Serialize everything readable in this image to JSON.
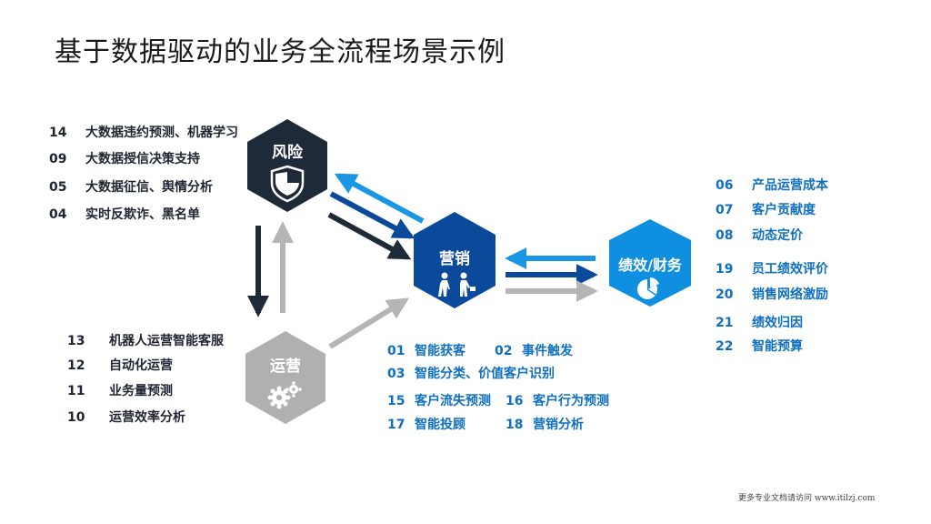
{
  "title": "基于数据驱动的业务全流程场景示例",
  "colors": {
    "risk": "#1f2a38",
    "marketing": "#0b4a9a",
    "performance": "#0f8fe0",
    "operations": "#b0b0b0"
  },
  "nodes": {
    "risk": {
      "label": "风险",
      "icon": "shield-icon"
    },
    "marketing": {
      "label": "营销",
      "icon": "people-icon"
    },
    "performance": {
      "label": "绩效/财务",
      "icon": "pie-chart-icon"
    },
    "operations": {
      "label": "运营",
      "icon": "gears-icon"
    }
  },
  "risk_items": [
    {
      "num": "14",
      "text": "大数据违约预测、机器学习"
    },
    {
      "num": "09",
      "text": "大数据授信决策支持"
    },
    {
      "num": "05",
      "text": "大数据征信、舆情分析"
    },
    {
      "num": "04",
      "text": "实时反欺诈、黑名单"
    }
  ],
  "operations_items": [
    {
      "num": "13",
      "text": "机器人运营智能客服"
    },
    {
      "num": "12",
      "text": "自动化运营"
    },
    {
      "num": "11",
      "text": "业务量预测"
    },
    {
      "num": "10",
      "text": "运营效率分析"
    }
  ],
  "marketing_items": [
    {
      "num": "01",
      "text": "智能获客"
    },
    {
      "num": "02",
      "text": "事件触发"
    },
    {
      "num": "03",
      "text": "智能分类、价值客户识别"
    },
    {
      "num": "15",
      "text": "客户流失预测"
    },
    {
      "num": "16",
      "text": "客户行为预测"
    },
    {
      "num": "17",
      "text": "智能投顾"
    },
    {
      "num": "18",
      "text": "营销分析"
    }
  ],
  "performance_items": [
    {
      "num": "06",
      "text": "产品运营成本"
    },
    {
      "num": "07",
      "text": "客户贡献度"
    },
    {
      "num": "08",
      "text": "动态定价"
    },
    {
      "num": "19",
      "text": "员工绩效评价"
    },
    {
      "num": "20",
      "text": "销售网络激励"
    },
    {
      "num": "21",
      "text": "绩效归因"
    },
    {
      "num": "22",
      "text": "智能预算"
    }
  ],
  "footer": "更多专业文档请访问 www.itilzj.com"
}
